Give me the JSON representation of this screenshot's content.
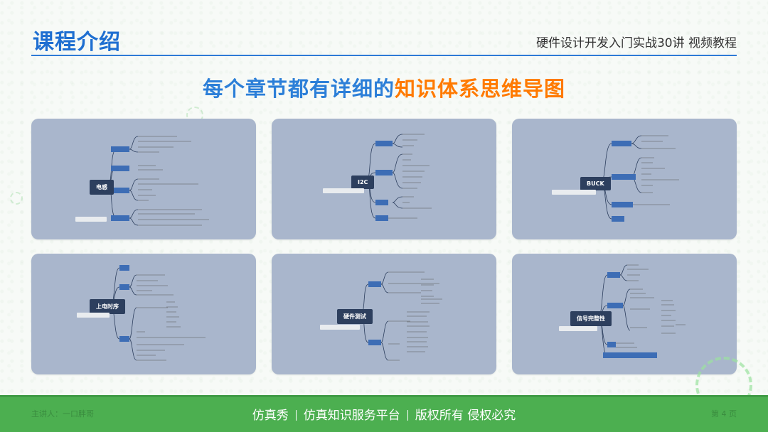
{
  "header": {
    "title": "课程介绍",
    "subtitle": "硬件设计开发入门实战30讲  视频教程"
  },
  "headline": {
    "part1": "每个章节都有详细的",
    "part2": "知识体系思维导图"
  },
  "cards": [
    {
      "center_label": "电感"
    },
    {
      "center_label": "I2C"
    },
    {
      "center_label": "BUCK"
    },
    {
      "center_label": "上电时序"
    },
    {
      "center_label": "硬件测试"
    },
    {
      "center_label": "信号完整性"
    }
  ],
  "footer": {
    "left": "主讲人：一口胖哥",
    "brand": "仿真秀",
    "platform": "仿真知识服务平台",
    "rights": "版权所有 侵权必究",
    "right": "第 4 页"
  },
  "colors": {
    "accent_blue": "#1f6fd1",
    "accent_orange": "#ff7a00",
    "footer_green": "#4caf50",
    "card_bg": "#a9b6cc",
    "node_blue": "#3d6db5",
    "center_node": "#2d3f5e"
  }
}
